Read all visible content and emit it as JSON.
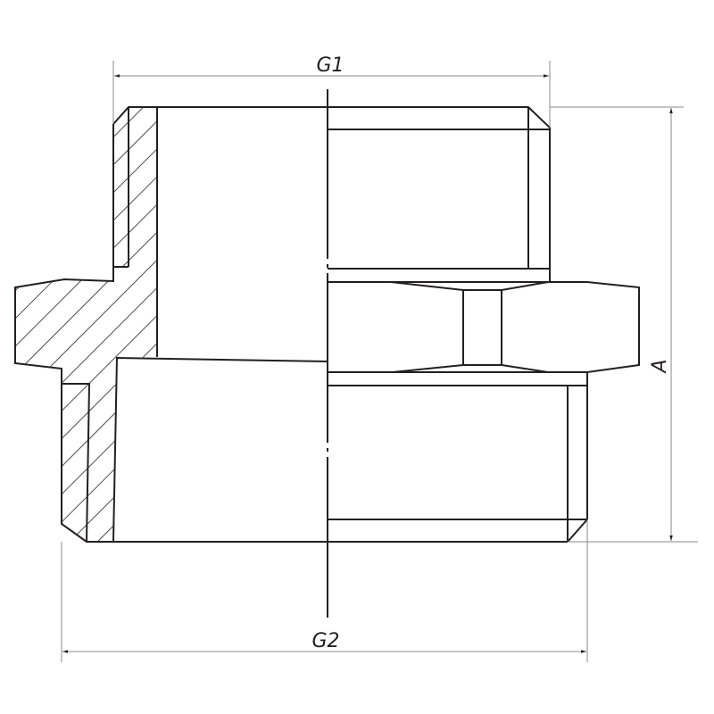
{
  "drawing": {
    "dimensions": {
      "top_width": "G1",
      "bottom_width": "G2",
      "height": "A"
    },
    "colors": {
      "line": "#231f20",
      "thin": "#8a8a8a",
      "background": "#ffffff"
    }
  }
}
